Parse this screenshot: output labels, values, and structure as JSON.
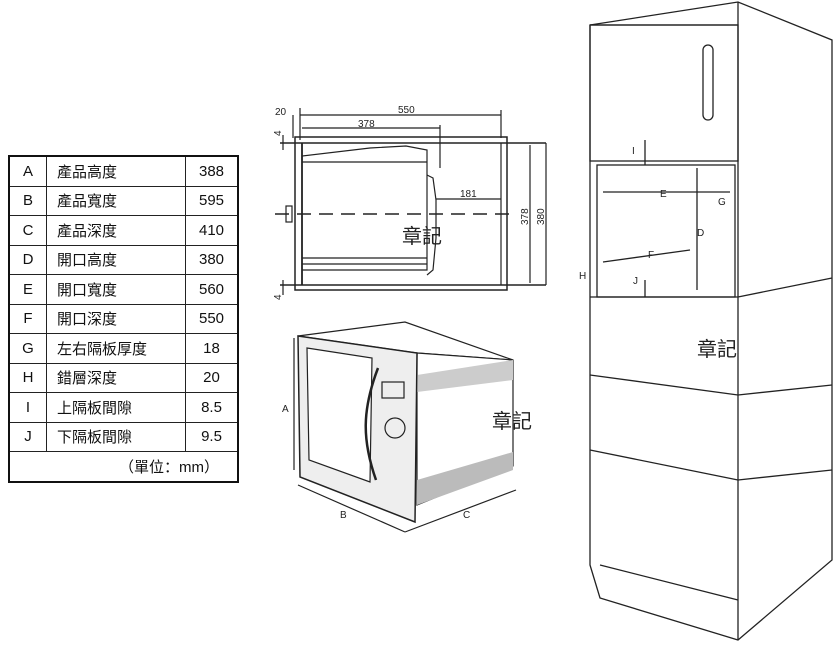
{
  "spec_table": {
    "rows": [
      {
        "key": "A",
        "name": "產品高度",
        "value": "388"
      },
      {
        "key": "B",
        "name": "產品寬度",
        "value": "595"
      },
      {
        "key": "C",
        "name": "產品深度",
        "value": "410"
      },
      {
        "key": "D",
        "name": "開口高度",
        "value": "380"
      },
      {
        "key": "E",
        "name": "開口寬度",
        "value": "560"
      },
      {
        "key": "F",
        "name": "開口深度",
        "value": "550"
      },
      {
        "key": "G",
        "name": "左右隔板厚度",
        "value": "18"
      },
      {
        "key": "H",
        "name": "錯層深度",
        "value": "20"
      },
      {
        "key": "I",
        "name": "上隔板間隙",
        "value": "8.5"
      },
      {
        "key": "J",
        "name": "下隔板間隙",
        "value": "9.5"
      }
    ],
    "unit": "（單位：mm）"
  },
  "side_view": {
    "dim_20": "20",
    "dim_550": "550",
    "dim_378_top": "378",
    "dim_181": "181",
    "dim_378_v": "378",
    "dim_380_v": "380",
    "dim_4_top": "4",
    "dim_4_bottom": "4"
  },
  "oven_view": {
    "label_a": "A",
    "label_b": "B",
    "label_c": "C"
  },
  "cabinet_view": {
    "label_i": "I",
    "label_e": "E",
    "label_g": "G",
    "label_d": "D",
    "label_f": "F",
    "label_h": "H",
    "label_j": "J"
  },
  "watermarks": [
    "章記",
    "章記",
    "章記"
  ]
}
